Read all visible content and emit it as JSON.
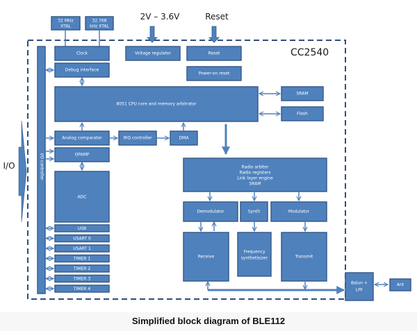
{
  "caption": "Simplified block diagram of BLE112",
  "colors": {
    "block_fill": "#4f81bd",
    "block_border": "#385d8a",
    "boundary": "#2e4e7a"
  },
  "external": {
    "xtal_32mhz": [
      "32 MHz",
      "XTAL"
    ],
    "xtal_32khz": [
      "32.768",
      "kHz XTAL"
    ],
    "supply": "2V – 3.6V",
    "reset_in": "Reset",
    "io": "I/O",
    "balun": [
      "Balun +",
      "LPF"
    ],
    "antenna": "Ant"
  },
  "chip": {
    "name": "CC2540",
    "io_controller": "I/O controller",
    "blocks": {
      "clock": "Clock",
      "debug": "Debug interface",
      "voltage_regulator": "Voltage regulator",
      "reset": "Reset",
      "power_on_reset": "Power-on reset",
      "cpu": "8051 CPU core and memory arbitrator",
      "sram": "SRAM",
      "flash": "Flash",
      "analog_comparator": "Analog comparator",
      "irq": "IRQ  controller",
      "dma": "DMA",
      "opamp": "OPAMP",
      "adc": "ADC",
      "radio": [
        "Radio arbiter",
        "Radio registers",
        "Link layer engine",
        "SRAM"
      ],
      "demodulator": "Demodulator",
      "synth": "Synth",
      "modulator": "Modulator",
      "receive": "Receive",
      "freq_synth": [
        "Frequency",
        "synthetisizer"
      ],
      "transmit": "Transmit"
    },
    "peripherals": [
      "USB",
      "USART 0",
      "USART 1",
      "TIMER 1",
      "TIMER 2",
      "TIMER 3",
      "TIMER 4"
    ]
  }
}
